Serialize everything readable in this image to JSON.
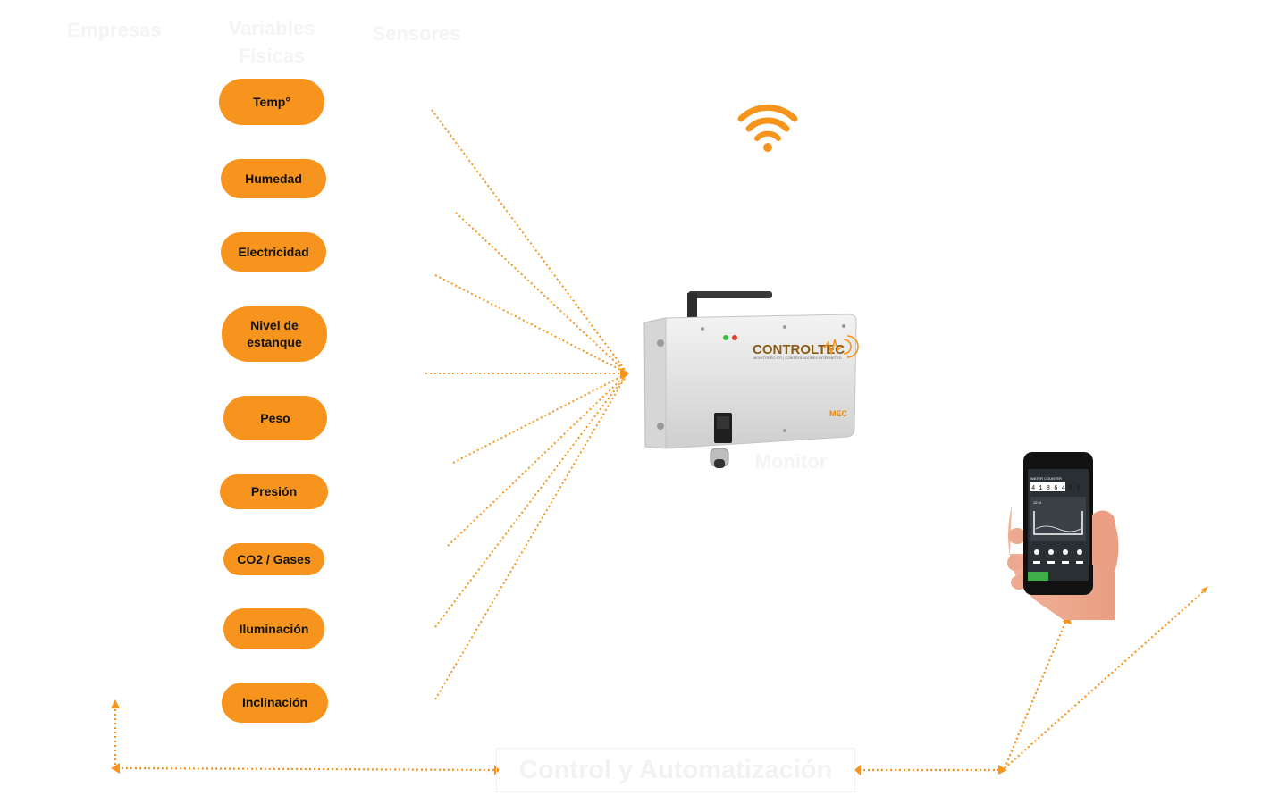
{
  "headers": {
    "empresas": "Empresas",
    "variables": "Variables Físicas",
    "sensores": "Sensores"
  },
  "variables": [
    "Temp°",
    "Humedad",
    "Electricidad",
    "Nivel de estanque",
    "Peso",
    "Presión",
    "CO2 / Gases",
    "Iluminación",
    "Inclinación"
  ],
  "device": {
    "brand": "CONTROLTEC",
    "tagline": "MONITOREO IOT | CONTROLADORES INTERNETED",
    "badge": "MEC"
  },
  "monitor_label": "Monitor",
  "control_label": "Control y Automatización",
  "phone": {
    "screen_title": "WATER COUNTER",
    "counter": "4 1 8 6 4 5 1",
    "level": "12 M"
  },
  "colors": {
    "accent": "#f7941d",
    "header_text": "#f4f4f4"
  },
  "icons": {
    "wifi": "wifi-icon"
  }
}
